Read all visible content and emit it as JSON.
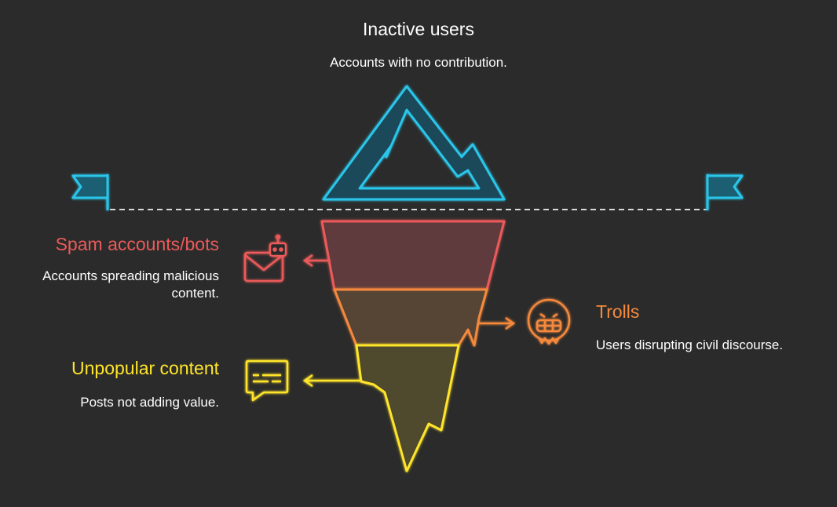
{
  "colors": {
    "background": "#2b2b2b",
    "tip": "#2cc6ea",
    "spam": "#ec5a5a",
    "trolls": "#f5893d",
    "unpopular": "#ffe52b",
    "text": "#ffffff"
  },
  "tip": {
    "title": "Inactive users",
    "description": "Accounts with no contribution.",
    "icon": "mountain-peak-icon"
  },
  "layers": [
    {
      "id": "spam",
      "title": "Spam accounts/bots",
      "description": "Accounts spreading malicious content.",
      "icon": "mail-robot-icon"
    },
    {
      "id": "trolls",
      "title": "Trolls",
      "description": "Users disrupting civil discourse.",
      "icon": "troll-face-icon"
    },
    {
      "id": "unpopular",
      "title": "Unpopular content",
      "description": "Posts not adding value.",
      "icon": "chat-bubble-icon"
    }
  ]
}
